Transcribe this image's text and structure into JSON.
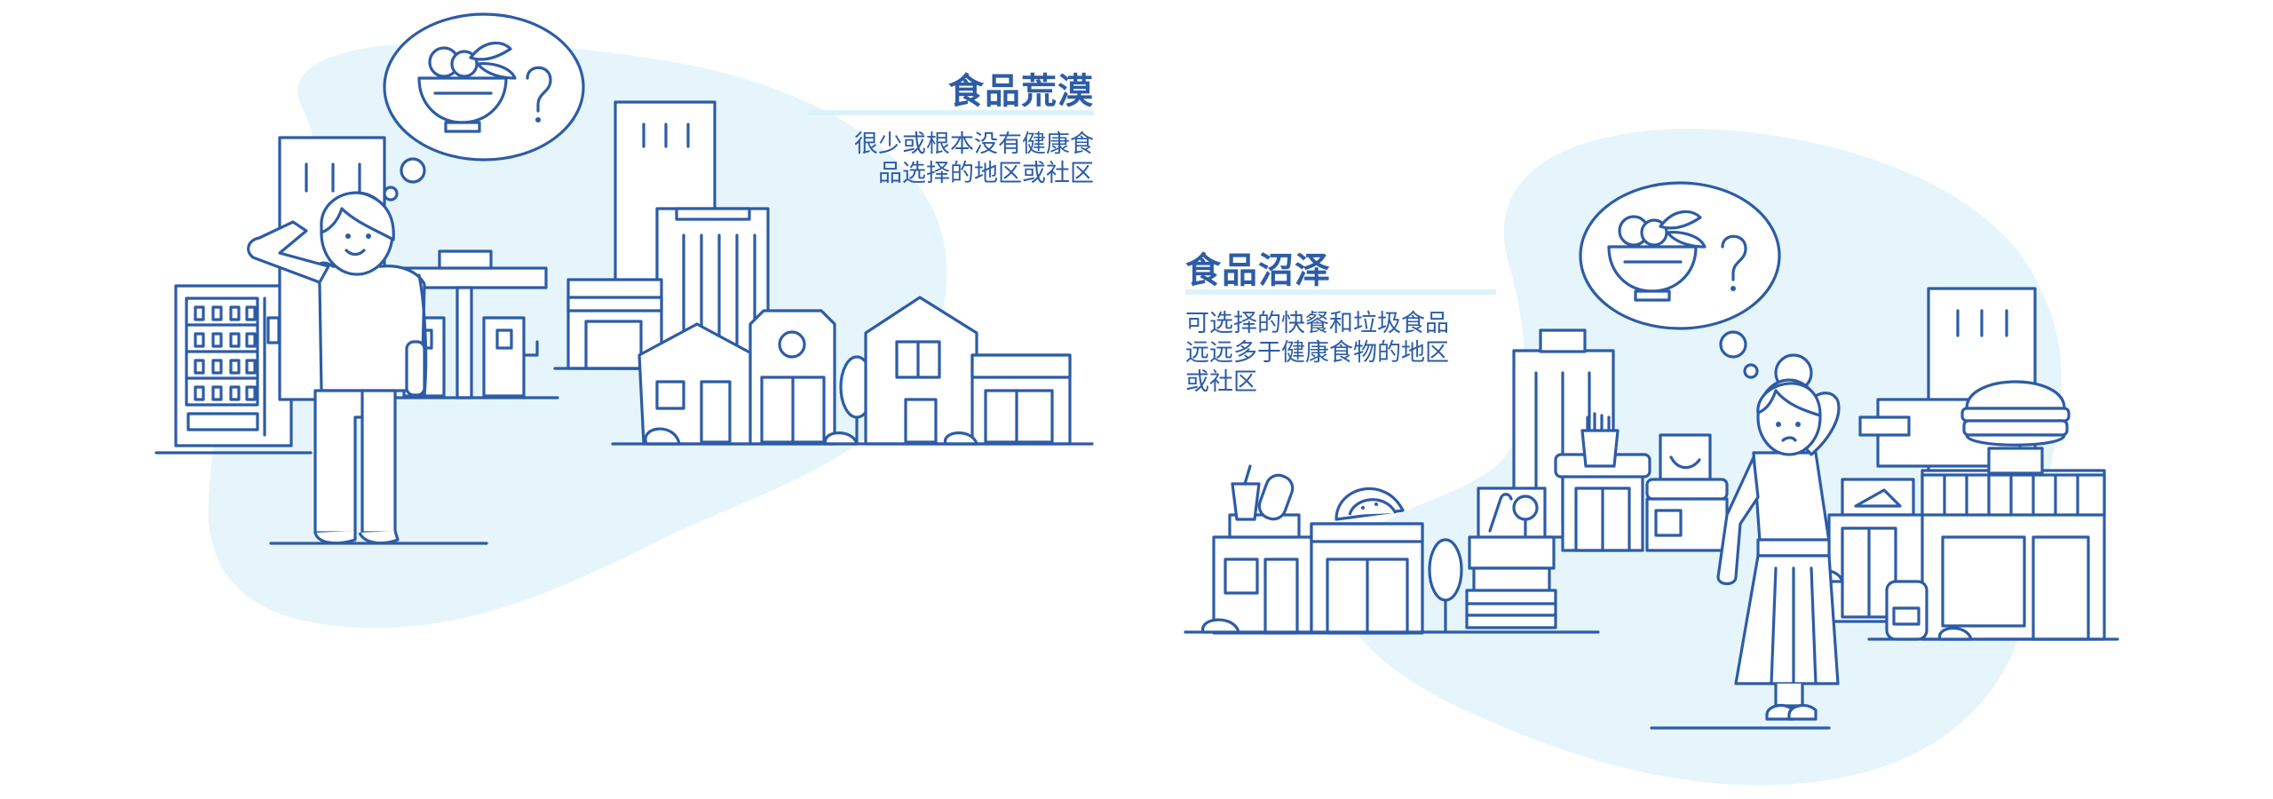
{
  "food_desert": {
    "title": "食品荒漠",
    "description_lines": [
      "很少或根本没有健康食",
      "品选择的地区或社区"
    ]
  },
  "food_swamp": {
    "title": "食品沼泽",
    "description_lines": [
      "可选择的快餐和垃圾食品",
      "远远多于健康食物的地区",
      "或社区"
    ]
  },
  "colors": {
    "line": "#2d5ca6",
    "blob": "#e6f5fc",
    "underline": "#dcf2fb"
  }
}
